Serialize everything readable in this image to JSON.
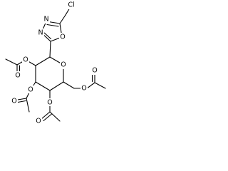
{
  "molecule": {
    "atom_labels": {
      "chloro": "Cl",
      "oxadiazole_n3": "N",
      "oxadiazole_n4": "N",
      "oxadiazole_o1": "O",
      "pyran_o": "O",
      "acetoxy_c2_o": "O",
      "acetoxy_c2_carbonyl_o": "O",
      "acetoxy_c3_o": "O",
      "acetoxy_c3_carbonyl_o": "O",
      "acetoxy_c4_o": "O",
      "acetoxy_c4_carbonyl_o": "O",
      "acetoxymethyl_o": "O",
      "acetoxymethyl_carbonyl_o": "O"
    }
  },
  "colors": {
    "ink": "#000000",
    "background": "#ffffff"
  }
}
